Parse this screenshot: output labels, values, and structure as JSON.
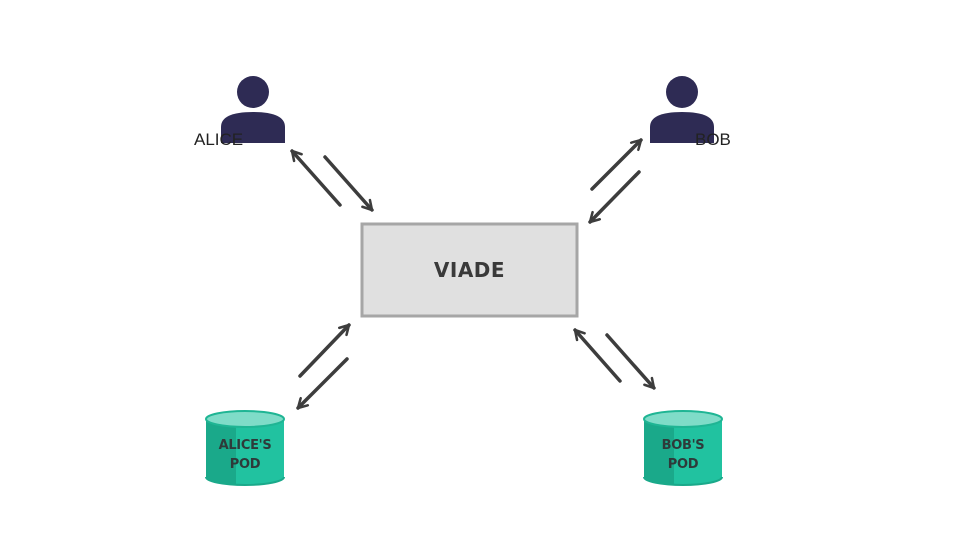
{
  "center": {
    "label": "VIADE"
  },
  "users": [
    {
      "label": "ALICE"
    },
    {
      "label": "BOB"
    }
  ],
  "pods": [
    {
      "line1": "ALICE'S",
      "line2": "POD"
    },
    {
      "line1": "BOB'S",
      "line2": "POD"
    }
  ],
  "colors": {
    "user": "#2e2b54",
    "box_fill": "#e0e0e0",
    "box_stroke": "#a6a6a6",
    "pod_body": "#21c2a0",
    "pod_shade": "#1aa98a",
    "pod_top": "#7fdcc8",
    "arrow": "#3d3d3d"
  },
  "icons": [
    "user-icon",
    "database-icon",
    "bidirectional-arrows"
  ]
}
